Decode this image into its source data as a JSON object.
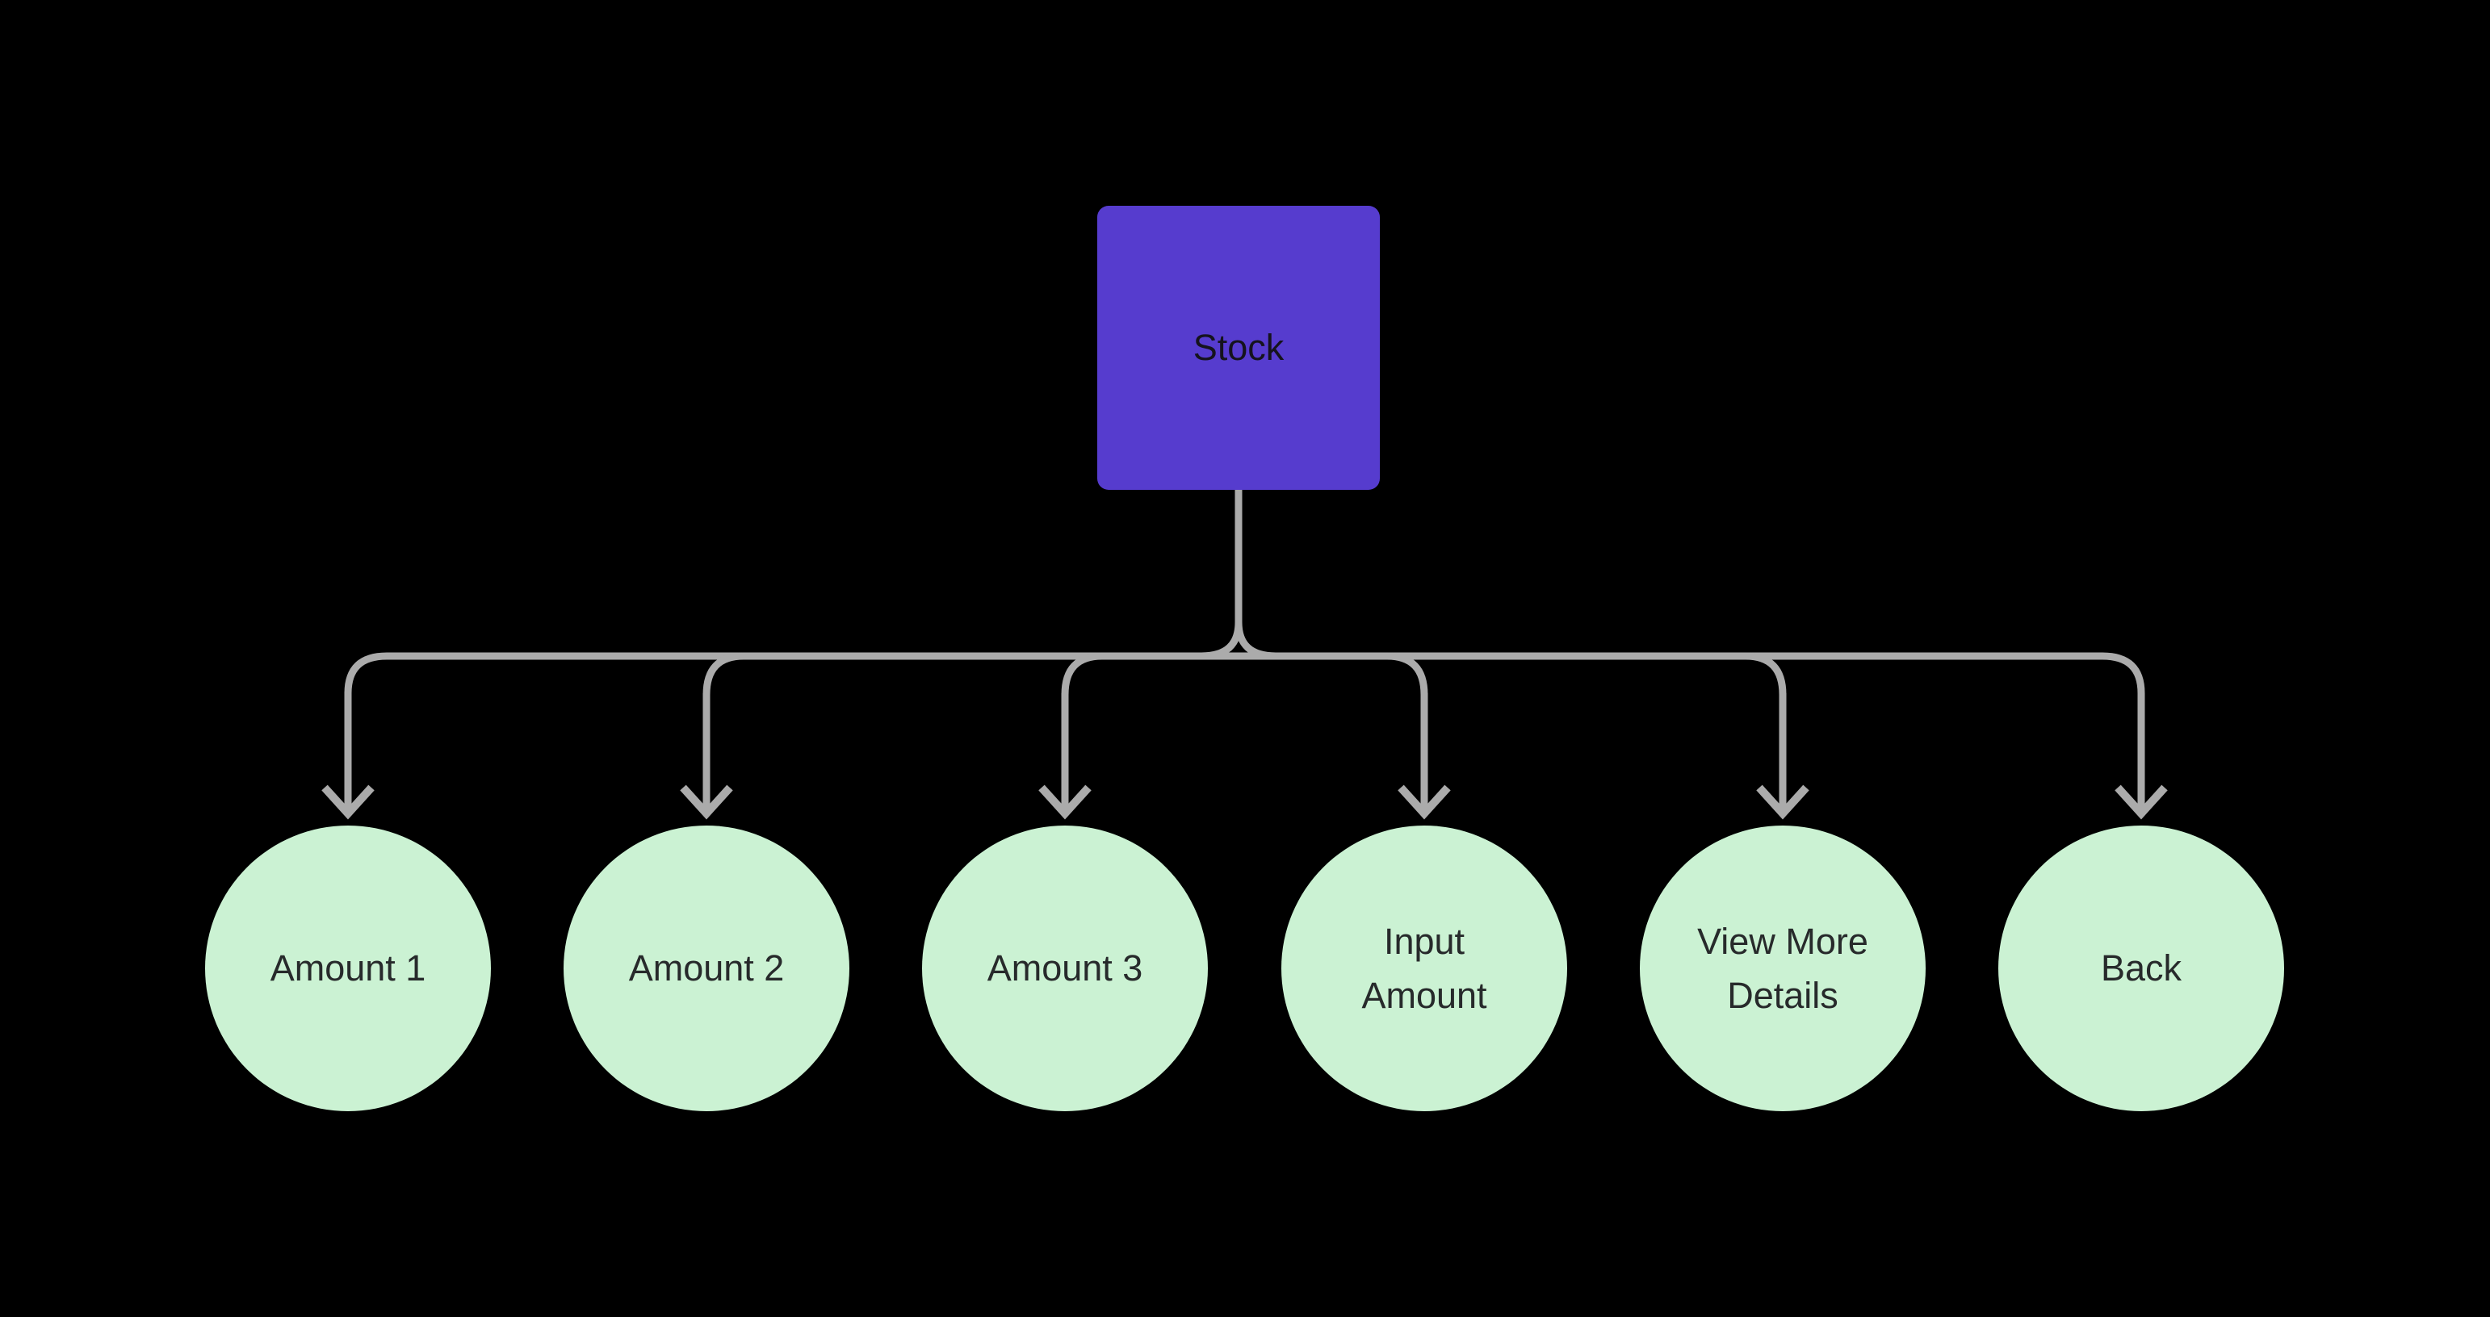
{
  "diagram": {
    "background_color": "#000000",
    "connector_color": "#ababab",
    "root": {
      "label": "Stock",
      "shape": "rounded-square",
      "fill_color": "#563cce",
      "text_color": "#15131d"
    },
    "children": [
      {
        "label": "Amount 1",
        "shape": "circle"
      },
      {
        "label": "Amount 2",
        "shape": "circle"
      },
      {
        "label": "Amount 3",
        "shape": "circle"
      },
      {
        "label": "Input Amount",
        "shape": "circle"
      },
      {
        "label": "View More Details",
        "shape": "circle"
      },
      {
        "label": "Back",
        "shape": "circle"
      }
    ],
    "child_fill_color": "#cbf2d3",
    "child_text_color": "#272a2b",
    "edges": [
      {
        "from": "Stock",
        "to": "Amount 1"
      },
      {
        "from": "Stock",
        "to": "Amount 2"
      },
      {
        "from": "Stock",
        "to": "Amount 3"
      },
      {
        "from": "Stock",
        "to": "Input Amount"
      },
      {
        "from": "Stock",
        "to": "View More Details"
      },
      {
        "from": "Stock",
        "to": "Back"
      }
    ]
  }
}
